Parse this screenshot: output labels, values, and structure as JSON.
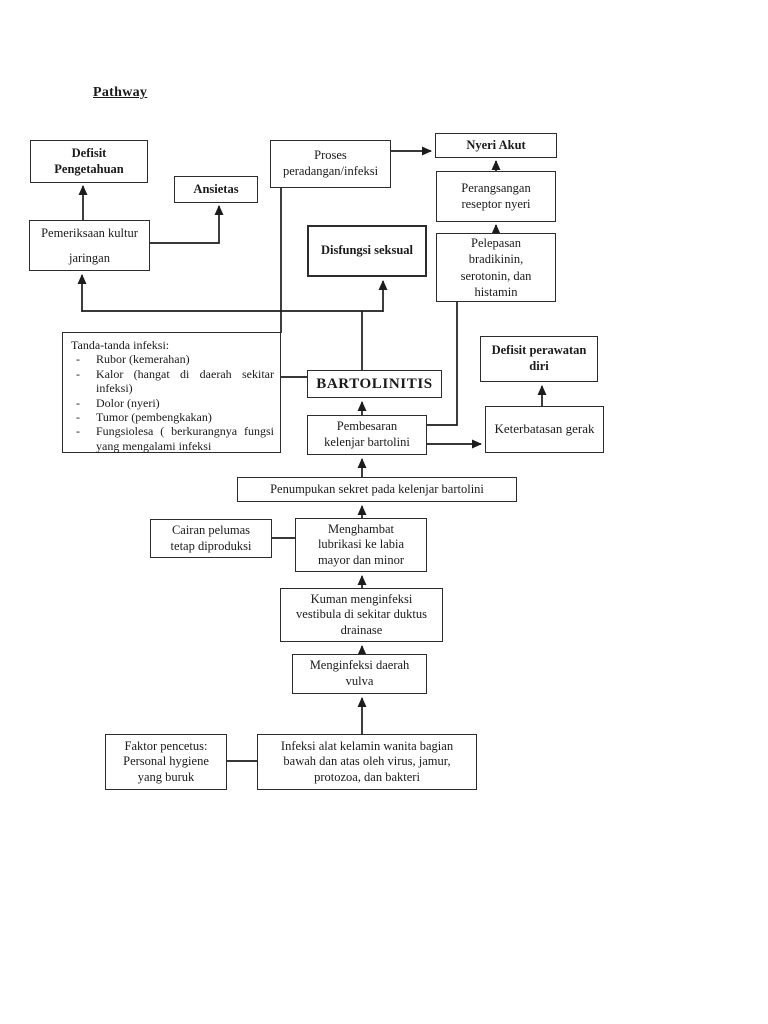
{
  "title": "Pathway",
  "colors": {
    "background": "#ffffff",
    "ink": "#1a1a1a",
    "box_border": "#2c2c2c",
    "connector": "#1c1c1c"
  },
  "nodes": {
    "defisit_pengetahuan": {
      "text": "Defisit\nPengetahuan"
    },
    "ansietas": {
      "text": "Ansietas"
    },
    "proses_peradangan": {
      "text": "Proses\nperadangan/infeksi"
    },
    "nyeri_akut": {
      "text": "Nyeri Akut"
    },
    "perangsangan_reseptor": {
      "text": "Perangsangan\nreseptor nyeri"
    },
    "pelepasan": {
      "text": "Pelepasan\nbradikinin,\nserotonin, dan\nhistamin"
    },
    "pemeriksaan_kultur": {
      "text": "Pemeriksaan kultur\njaringan"
    },
    "disfungsi_seksual": {
      "text": "Disfungsi seksual"
    },
    "tanda_infeksi": {
      "title": "Tanda-tanda infeksi:",
      "items": [
        "Rubor (kemerahan)",
        "Kalor (hangat di daerah sekitar infeksi)",
        "Dolor (nyeri)",
        "Tumor (pembengkakan)",
        "Fungsiolesa ( berkurangnya fungsi yang mengalami infeksi"
      ]
    },
    "defisit_perawatan": {
      "text": "Defisit perawatan\ndiri"
    },
    "bartolinitis": {
      "text": "BARTOLINITIS"
    },
    "keterbatasan_gerak": {
      "text": "Keterbatasan gerak"
    },
    "pembesaran_kelenjar": {
      "text": "Pembesaran\nkelenjar bartolini"
    },
    "penumpukan_sekret": {
      "text": "Penumpukan sekret pada kelenjar bartolini"
    },
    "cairan_pelumas": {
      "text": "Cairan pelumas\ntetap diproduksi"
    },
    "menghambat_lubrikasi": {
      "text": "Menghambat\nlubrikasi ke labia\nmayor dan minor"
    },
    "kuman_menginfeksi": {
      "text": "Kuman menginfeksi\nvestibula di sekitar duktus\ndrainase"
    },
    "menginfeksi_vulva": {
      "text": "Menginfeksi daerah\nvulva"
    },
    "faktor_pencetus": {
      "text": "Faktor pencetus:\nPersonal hygiene\nyang buruk"
    },
    "infeksi_alat_kelamin": {
      "text": "Infeksi alat kelamin wanita bagian\nbawah dan atas oleh virus, jamur,\nprotozoa, dan bakteri"
    }
  }
}
